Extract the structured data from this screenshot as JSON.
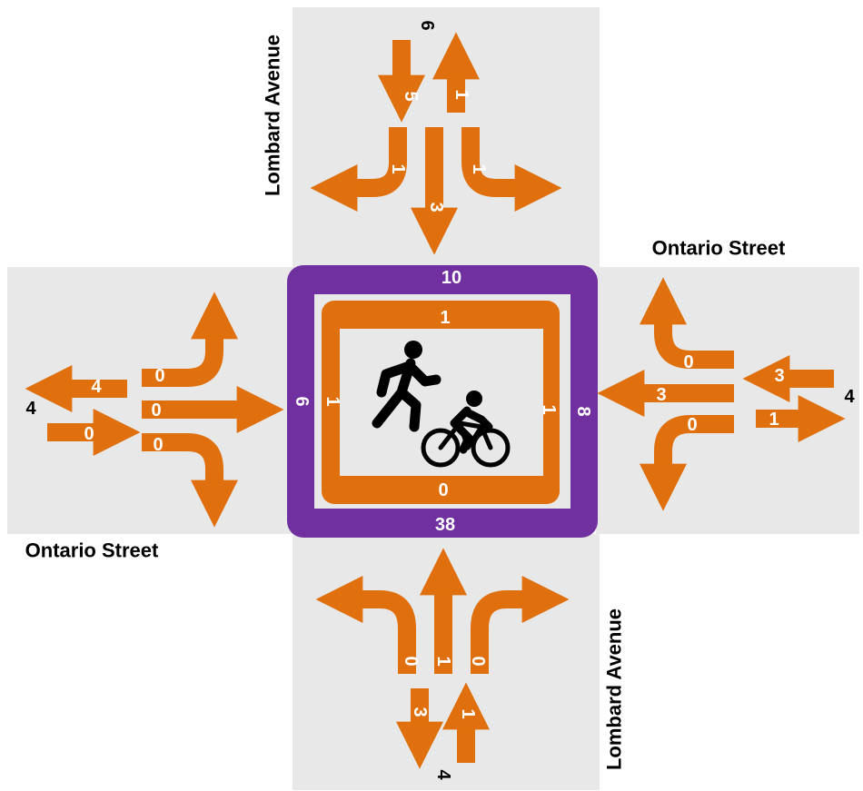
{
  "colors": {
    "road": "#e8e8e8",
    "arrow": "#e0700d",
    "intersection": "#7030a0",
    "count_text": "#ffffff",
    "label_text": "#000000",
    "icon": "#000000"
  },
  "street_labels": {
    "north": "Lombard Avenue",
    "south": "Lombard Avenue",
    "east": "Ontario Street",
    "west": "Ontario Street"
  },
  "intersection": {
    "outer": {
      "north": "10",
      "west": "6",
      "east": "8",
      "south": "38"
    },
    "inner": {
      "north": "1",
      "west": "1",
      "east": "1",
      "south": "0"
    },
    "icon": "pedestrian-and-bicycle-icon"
  },
  "north_approach": {
    "total": "6",
    "inbound": "5",
    "outbound": "1",
    "movements": {
      "right_turn": "1",
      "through": "3",
      "left_turn": "1"
    }
  },
  "south_approach": {
    "total": "4",
    "inbound": "1",
    "outbound": "3",
    "movements": {
      "left_turn": "0",
      "through": "1",
      "right_turn": "0"
    }
  },
  "east_approach": {
    "total": "4",
    "inbound": "3",
    "outbound": "1",
    "movements": {
      "right_turn": "0",
      "through": "3",
      "left_turn": "0"
    }
  },
  "west_approach": {
    "total": "4",
    "inbound": "0",
    "outbound": "4",
    "movements": {
      "left_turn": "0",
      "through": "0",
      "right_turn": "0"
    }
  }
}
